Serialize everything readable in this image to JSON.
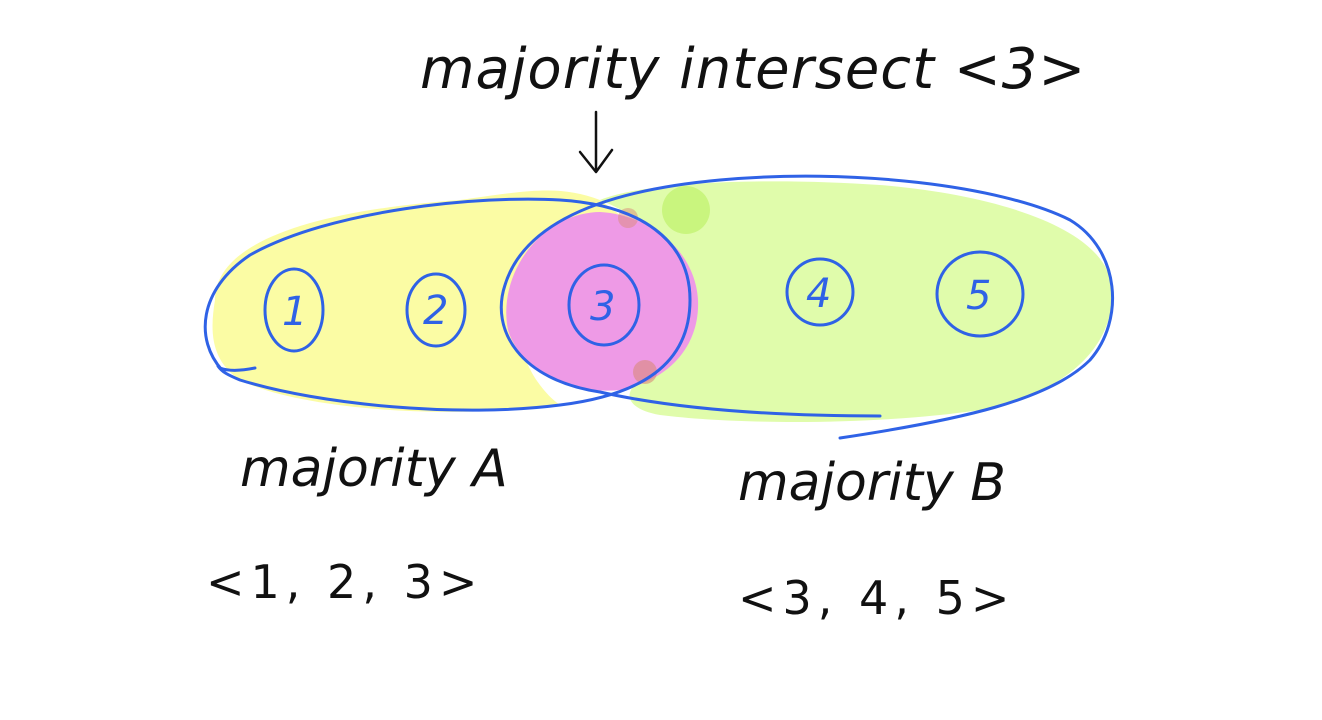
{
  "title": "majority intersect <3>",
  "majority_a": {
    "label": "majority A",
    "members": "<1, 2, 3>"
  },
  "majority_b": {
    "label": "majority B",
    "members": "<3, 4, 5>"
  },
  "nodes": [
    "1",
    "2",
    "3",
    "4",
    "5"
  ],
  "colors": {
    "outline": "#2f62e6",
    "region_a": "#fbfc9a",
    "region_b": "#defca6",
    "intersection": "#ee9ae6",
    "ink": "#111111"
  }
}
